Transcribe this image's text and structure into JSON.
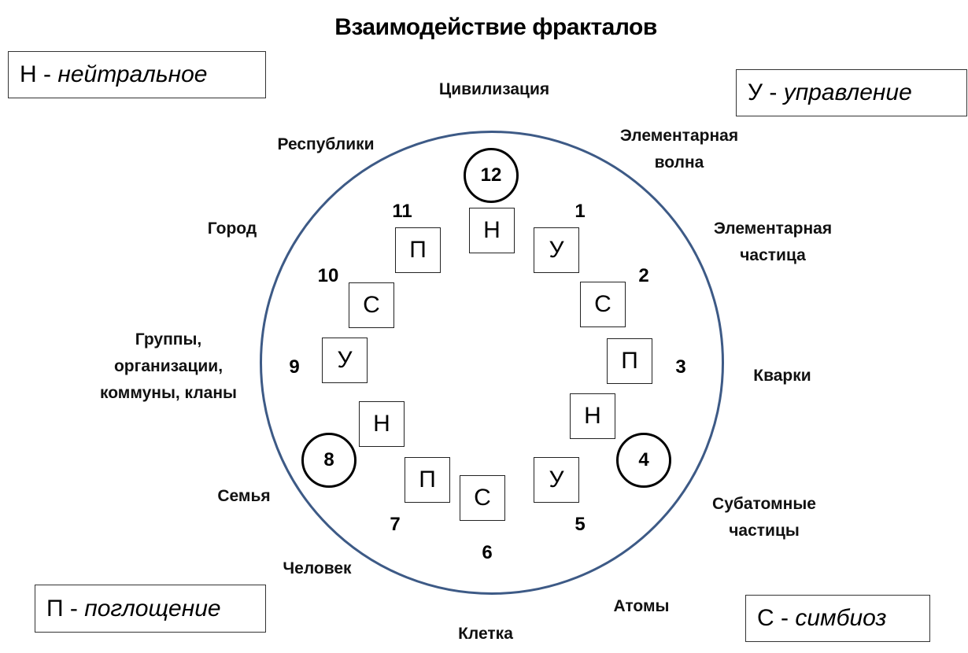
{
  "title": "Взаимодействие фракталов",
  "legend": {
    "neutral": {
      "code": "Н -",
      "desc": "нейтральное"
    },
    "control": {
      "code": "У -",
      "desc": "управление"
    },
    "absorption": {
      "code": "П -",
      "desc": "поглощение"
    },
    "symbiosis": {
      "code": "С -",
      "desc": "симбиоз"
    }
  },
  "positions": [
    {
      "number": "12",
      "highlighted": true,
      "letter": "Н",
      "scale": "Цивилизация"
    },
    {
      "number": "1",
      "highlighted": false,
      "letter": "У",
      "scale": "Элементарная волна"
    },
    {
      "number": "2",
      "highlighted": false,
      "letter": "С",
      "scale": "Элементарная частица"
    },
    {
      "number": "3",
      "highlighted": false,
      "letter": "П",
      "scale": "Кварки"
    },
    {
      "number": "4",
      "highlighted": true,
      "letter": "Н",
      "scale": "Субатомные частицы"
    },
    {
      "number": "5",
      "highlighted": false,
      "letter": "У",
      "scale": "Атомы"
    },
    {
      "number": "6",
      "highlighted": false,
      "letter": "С",
      "scale": "Клетка"
    },
    {
      "number": "7",
      "highlighted": false,
      "letter": "П",
      "scale": "Человек"
    },
    {
      "number": "8",
      "highlighted": true,
      "letter": "Н",
      "scale": "Семья"
    },
    {
      "number": "9",
      "highlighted": false,
      "letter": "У",
      "scale": "Группы, организации, коммуны, кланы"
    },
    {
      "number": "10",
      "highlighted": false,
      "letter": "С",
      "scale": "Город"
    },
    {
      "number": "11",
      "highlighted": false,
      "letter": "П",
      "scale": "Республики"
    }
  ]
}
